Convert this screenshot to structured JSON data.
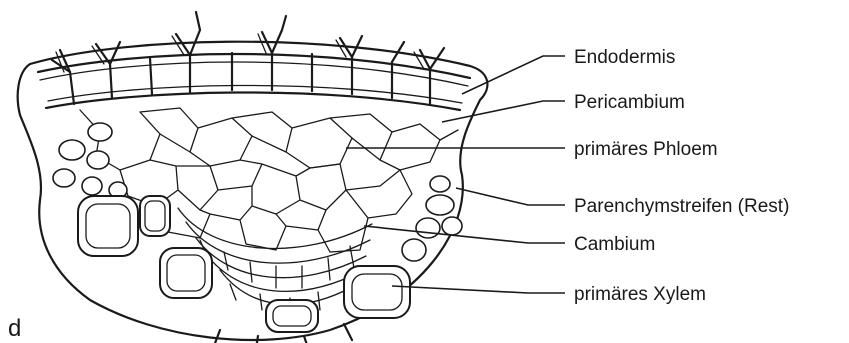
{
  "panel_letter": "d",
  "labels": {
    "endodermis": "Endodermis",
    "pericambium": "Pericambium",
    "primary_phloem": "primäres Phloem",
    "parenchyma_strip": "Parenchymstreifen (Rest)",
    "cambium": "Cambium",
    "primary_xylem": "primäres Xylem"
  }
}
